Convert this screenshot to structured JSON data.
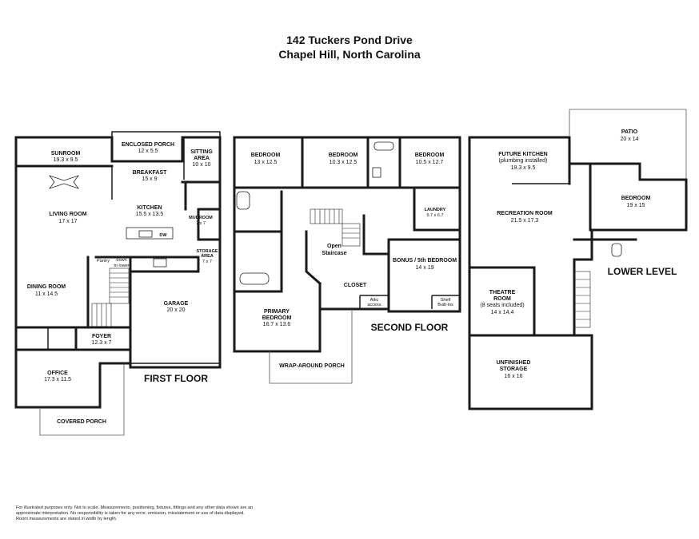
{
  "header": {
    "address": "142 Tuckers Pond Drive",
    "city": "Chapel Hill, North Carolina"
  },
  "floors": {
    "first": "FIRST FLOOR",
    "second": "SECOND FLOOR",
    "lower": "LOWER LEVEL"
  },
  "rooms": {
    "sunroom": {
      "name": "SUNROOM",
      "size": "19.3 x 9.5"
    },
    "enclosed_porch": {
      "name": "ENCLOSED PORCH",
      "size": "12 x 5.5"
    },
    "sitting_area": {
      "name": "SITTING",
      "name2": "AREA",
      "size": "10 x 10"
    },
    "breakfast": {
      "name": "BREAKFAST",
      "size": "15 x 9"
    },
    "living_room": {
      "name": "LIVING ROOM",
      "size": "17 x 17"
    },
    "kitchen": {
      "name": "KITCHEN",
      "size": "15.5 x 13.5",
      "dw": "DW"
    },
    "mudroom": {
      "name": "MUDROOM",
      "size": "7 x 7"
    },
    "storage_area": {
      "name": "STORAGE",
      "name2": "AREA",
      "size": "7 x 7"
    },
    "pantry": {
      "name": "Pantry"
    },
    "down_to_lower": {
      "line1": "down",
      "line2": "to lower"
    },
    "dining_room": {
      "name": "DINING ROOM",
      "size": "11 x 14.5"
    },
    "garage": {
      "name": "GARAGE",
      "size": "20 x 20"
    },
    "foyer": {
      "name": "FOYER",
      "size": "12.3 x 7"
    },
    "office": {
      "name": "OFFICE",
      "size": "17.3 x 11.5"
    },
    "covered_porch": {
      "name": "COVERED PORCH"
    },
    "bedroom_a": {
      "name": "BEDROOM",
      "size": "13 x 12.5"
    },
    "bedroom_b": {
      "name": "BEDROOM",
      "size": "10.3 x 12.5"
    },
    "bedroom_c": {
      "name": "BEDROOM",
      "size": "10.5 x 12.7"
    },
    "laundry": {
      "name": "LAUNDRY",
      "size": "6.7 x 6.7"
    },
    "open_staircase": {
      "name": "Open",
      "name2": "Staircase"
    },
    "bonus": {
      "name": "BONUS / 5th BEDROOM",
      "size": "14 x 19"
    },
    "closet": {
      "name": "CLOSET"
    },
    "attic": {
      "line1": "Attic",
      "line2": "access"
    },
    "shelf": {
      "line1": "Shelf",
      "line2": "Built-ins"
    },
    "primary_bedroom": {
      "name": "PRIMARY",
      "name2": "BEDROOM",
      "size": "16.7 x 13.6"
    },
    "wrap_porch": {
      "name": "WRAP-AROUND PORCH"
    },
    "patio": {
      "name": "PATIO",
      "size": "20 x 14"
    },
    "future_kitchen": {
      "name": "FUTURE KITCHEN",
      "name2": "(plumbing installed)",
      "size": "19.3 x 9.5"
    },
    "bedroom_lower": {
      "name": "BEDROOM",
      "size": "19 x 15"
    },
    "recreation": {
      "name": "RECREATION ROOM",
      "size": "21.5 x 17.3"
    },
    "theatre": {
      "name": "THEATRE",
      "name2": "ROOM",
      "name3": "(8 seats included)",
      "size": "14 x 14.4"
    },
    "unfinished": {
      "name": "UNFINISHED",
      "name2": "STORAGE",
      "size": "16 x 16"
    }
  },
  "disclaimer": {
    "line1": "For illustrated purposes only. Not to scale. Measurements, positioning, fixtures, fittings and any other data shown are an",
    "line2": "approximate interpretation. No responsibility is taken for any error, omission, misstatement or use of data displayed.",
    "line3": "Room measurements are stated in width by length."
  }
}
